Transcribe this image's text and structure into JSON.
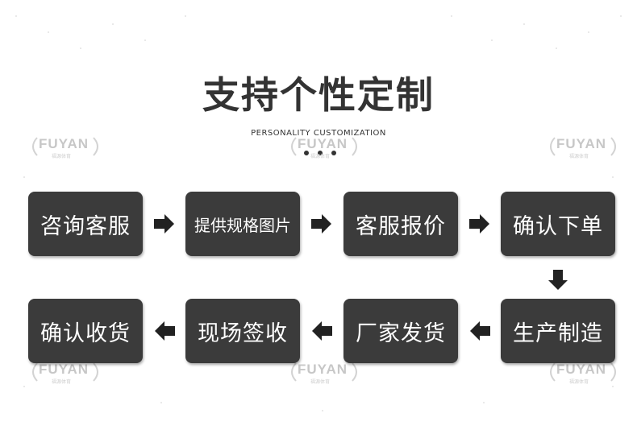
{
  "title": "支持个性定制",
  "subtitle": "PERSONALITY CUSTOMIZATION",
  "watermark": {
    "brand": "FUYAN",
    "sub": "福源体育"
  },
  "steps": [
    {
      "label": "咨询客服"
    },
    {
      "label": "提供规格图片"
    },
    {
      "label": "客服报价"
    },
    {
      "label": "确认下单"
    },
    {
      "label": "生产制造"
    },
    {
      "label": "厂家发货"
    },
    {
      "label": "现场签收"
    },
    {
      "label": "确认收货"
    }
  ],
  "colors": {
    "box": "#3b3b3b",
    "text": "#333333",
    "arrow": "#222222"
  }
}
